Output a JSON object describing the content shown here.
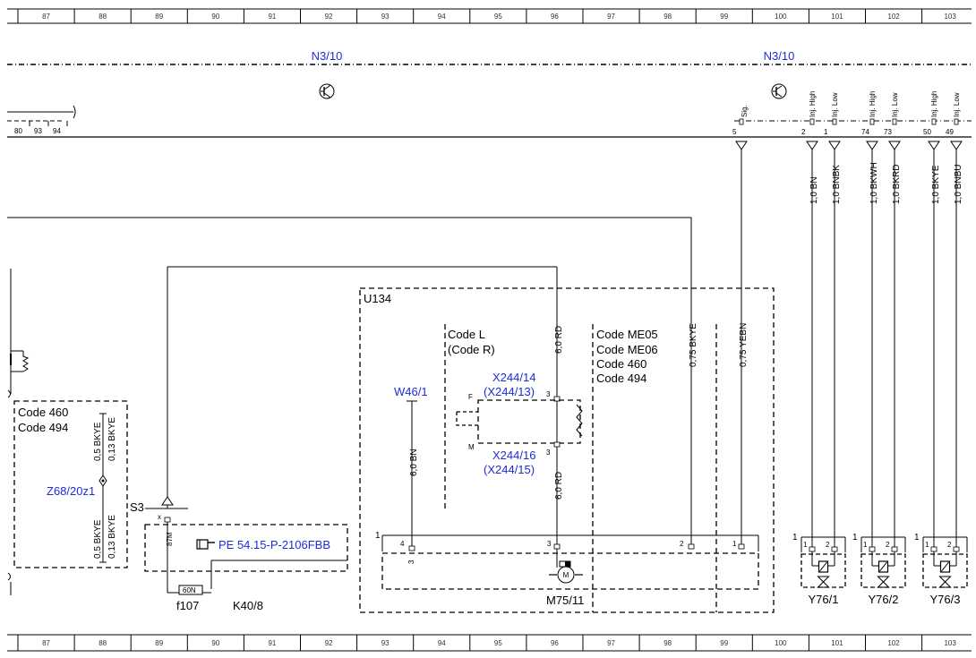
{
  "ruler": {
    "columns": [
      "87",
      "88",
      "89",
      "90",
      "91",
      "92",
      "93",
      "94",
      "95",
      "96",
      "97",
      "98",
      "99",
      "100",
      "101",
      "102",
      "103"
    ]
  },
  "bus": {
    "component_left": "N3/10",
    "component_right": "N3/10",
    "left_pins": [
      "80",
      "93",
      "94"
    ],
    "signal_pin_label": "Sig.",
    "signal_pin_number": "5",
    "inj_pin_labels": [
      "Inj. High",
      "Inj. Low",
      "Inj. High",
      "Inj. Low",
      "Inj. High",
      "Inj. Low"
    ],
    "inj_pin_numbers": [
      "2",
      "1",
      "74",
      "73",
      "50",
      "49"
    ]
  },
  "wires": {
    "inj_wires": [
      "1,0 BN",
      "1,0 BNBK",
      "1,0 BKWH",
      "1,0 BKRD",
      "1,0 BKYE",
      "1,0 BNBU"
    ],
    "signal_wire": "0,75 YEBN",
    "bkye_wire": "0,75 BKYE",
    "rd_wire_top": "6,0 RD",
    "rd_wire_bottom": "6,0 RD",
    "bn_wire": "6,0 BN",
    "left_wire_top_1": "0,5 BKYE",
    "left_wire_top_2": "0,13 BKYE",
    "left_wire_bottom_1": "0,5 BKYE",
    "left_wire_bottom_2": "0,13 BKYE"
  },
  "left_box": {
    "code_1": "Code 460",
    "code_2": "Code 494",
    "splice": "Z68/20z1"
  },
  "relay": {
    "socket": "S3",
    "pin_x": "x",
    "pin_87m": "87M",
    "pin_60n": "60N",
    "fuse": "f107",
    "name": "K40/8",
    "reference": "PE 54.15-P-2106FBB"
  },
  "module": {
    "name": "U134",
    "code_l": "Code L",
    "code_r": "(Code R)",
    "codes_right": [
      "Code ME05",
      "Code ME06",
      "Code 460",
      "Code 494"
    ],
    "ground": "W46/1",
    "connector_top_1": "X244/14",
    "connector_top_2": "(X244/13)",
    "connector_bottom_1": "X244/16",
    "connector_bottom_2": "(X244/15)",
    "pin_f": "F",
    "pin_m": "M",
    "pin_3_top": "3",
    "pin_3_bottom": "3",
    "connector_index": "1",
    "connector_pins": [
      "4",
      "3",
      "2",
      "1"
    ],
    "pin_3_lower": "3",
    "motor_symbol": "M",
    "motor": "M75/11"
  },
  "valves": {
    "names": [
      "Y76/1",
      "Y76/2",
      "Y76/3"
    ],
    "connector_index": "1",
    "pin_1": "1",
    "pin_2": "2"
  }
}
